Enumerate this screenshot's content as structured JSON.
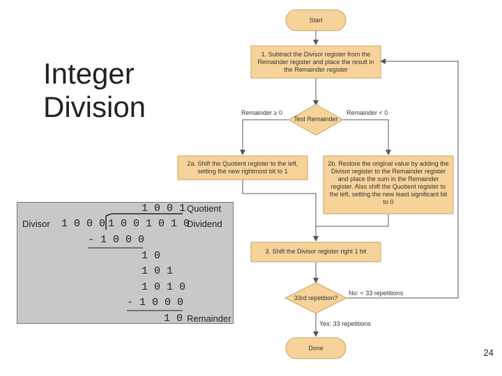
{
  "title": {
    "line1": "Integer",
    "line2": "Division"
  },
  "example": {
    "quotient": "1 0 0 1",
    "quotient_label": "Quotient",
    "divisor_label": "Divisor",
    "divisor": "1 0 0 0",
    "dividend": "1 0 0 1 0 1 0",
    "dividend_label": "Dividend",
    "rows": [
      "- 1 0 0 0",
      "1 0",
      "1 0 1",
      "1 0 1 0",
      "- 1 0 0 0",
      "1 0"
    ],
    "remainder_label": "Remainder"
  },
  "flowchart": {
    "start": "Start",
    "step1": "1. Subtract the Divisor register from the Remainder register and place the result in the Remainder register",
    "test": "Test Remainder",
    "left_branch": "Remainder ≥ 0",
    "right_branch": "Remainder < 0",
    "step2a": "2a. Shift the Quotient register to the left, setting the new rightmost bit to 1",
    "step2b": "2b. Restore the original value by adding the Divisor register to the Remainder register and place the sum in the Remainder register. Also shift the Quotient register to the left, setting the new least significant bit to 0",
    "step3": "3. Shift the Divisor register right 1 bit",
    "decision": "33rd repetition?",
    "no_label": "No: < 33 repetitions",
    "yes_label": "Yes: 33 repetitions",
    "done": "Done",
    "colors": {
      "box_fill": "#f7d39a",
      "box_stroke": "#c9a063",
      "line": "#555555"
    }
  },
  "page_number": "24"
}
